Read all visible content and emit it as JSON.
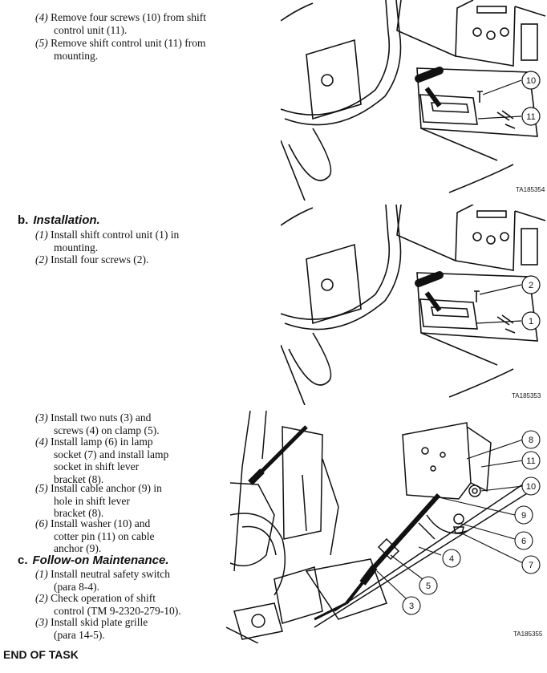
{
  "section_a": {
    "steps": [
      {
        "num": "(4)",
        "text": "Remove four screws (10) from shift",
        "text2": "control unit (11)."
      },
      {
        "num": "(5)",
        "text": "Remove shift control unit (11) from",
        "text2": "mounting."
      }
    ]
  },
  "section_b": {
    "letter": "b.",
    "title": "Installation.",
    "steps": [
      {
        "num": "(1)",
        "text": "Install shift control unit (1) in",
        "text2": "mounting."
      },
      {
        "num": "(2)",
        "text": "Install four screws (2).",
        "text2": ""
      }
    ],
    "steps_cont": [
      {
        "num": "(3)",
        "lines": [
          "Install two nuts (3) and",
          "screws (4) on clamp (5)."
        ]
      },
      {
        "num": "(4)",
        "lines": [
          "Install lamp (6) in lamp",
          "socket (7) and install lamp",
          "socket in shift lever",
          "bracket (8)."
        ]
      },
      {
        "num": "(5)",
        "lines": [
          "Install cable anchor (9) in",
          "hole in shift lever",
          "bracket (8)."
        ]
      },
      {
        "num": "(6)",
        "lines": [
          "Install washer (10) and",
          "cotter pin (11) on cable",
          "anchor (9)."
        ]
      }
    ]
  },
  "section_c": {
    "letter": "c.",
    "title": "Follow-on Maintenance.",
    "steps": [
      {
        "num": "(1)",
        "lines": [
          "Install neutral safety switch",
          "(para 8-4)."
        ]
      },
      {
        "num": "(2)",
        "lines": [
          "Check operation of shift",
          "control (TM 9-2320-279-10)."
        ]
      },
      {
        "num": "(3)",
        "lines": [
          "Install skid plate grille",
          "(para 14-5)."
        ]
      }
    ]
  },
  "end_task": "END OF TASK",
  "figures": {
    "fig1": {
      "id": "TA185354",
      "callouts": [
        "10",
        "11"
      ]
    },
    "fig2": {
      "id": "TA185353",
      "callouts": [
        "2",
        "1"
      ]
    },
    "fig3": {
      "id": "TA185355",
      "callouts": [
        "8",
        "11",
        "10",
        "9",
        "6",
        "7",
        "4",
        "5",
        "3"
      ]
    }
  }
}
